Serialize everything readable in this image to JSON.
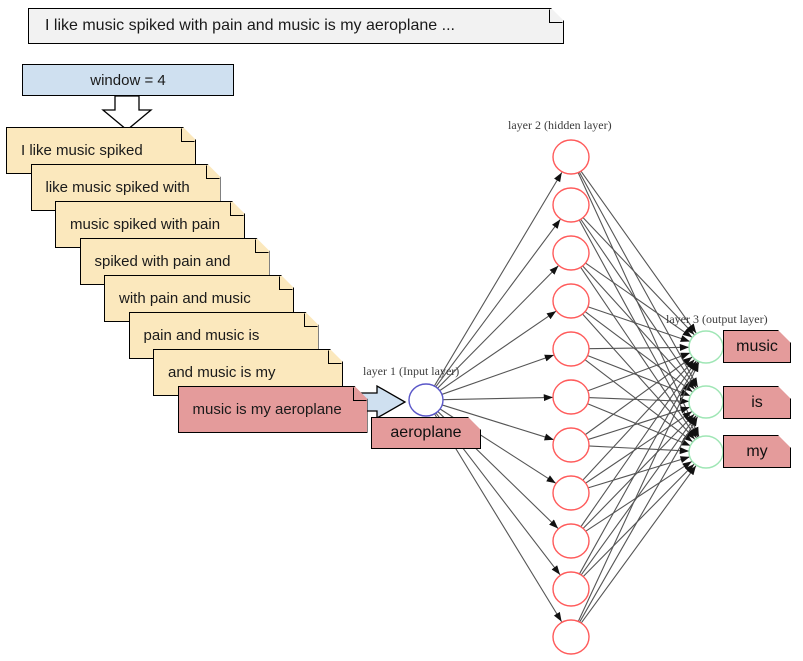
{
  "diagram": {
    "title_sentence": "I like music spiked with pain and music is my aeroplane ...",
    "window": {
      "label": "window = 4",
      "arrow_icon": "down-arrow-icon"
    },
    "cards": [
      {
        "text": "I like music spiked"
      },
      {
        "text": "like music spiked with"
      },
      {
        "text": "music spiked with pain"
      },
      {
        "text": "spiked with pain and"
      },
      {
        "text": "with pain and music"
      },
      {
        "text": "pain and music is"
      },
      {
        "text": "and music is my"
      },
      {
        "text": "music is my aeroplane"
      }
    ],
    "flow_arrow_icon": "right-block-arrow-icon",
    "network": {
      "layer1_label": "layer 1 (Input layer)",
      "layer2_label": "layer 2 (hidden layer)",
      "layer3_label": "layer 3 (output layer)",
      "input_token": "aeroplane",
      "hidden_units": 11,
      "outputs": [
        "music",
        "is",
        "my"
      ]
    },
    "colors": {
      "card_yellow": "#fbe8bd",
      "card_red": "#e49b9b",
      "window_blue": "#cfe0f0",
      "header_grey": "#f2f2f2",
      "hidden_node_stroke": "#ff5b5b",
      "input_node_stroke": "#5a57c8",
      "output_node_stroke": "#9fe6b5",
      "edge_grey": "#555555"
    }
  }
}
